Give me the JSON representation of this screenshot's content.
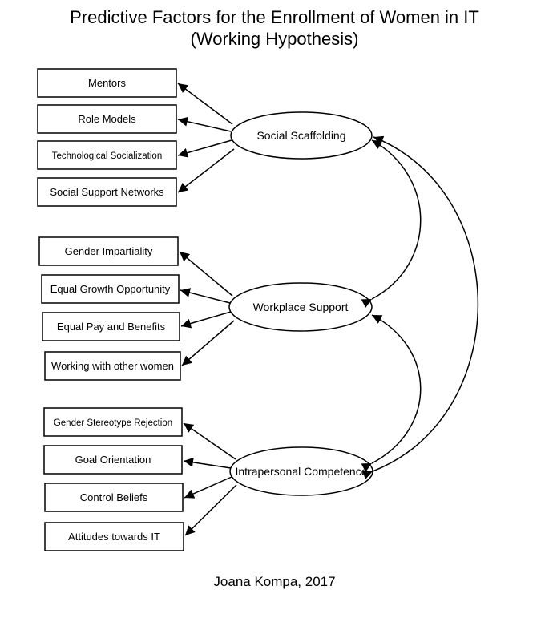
{
  "title_line1": "Predictive Factors for the Enrollment of Women in IT",
  "title_line2": "(Working Hypothesis)",
  "caption": "Joana Kompa, 2017",
  "factors": [
    {
      "name": "Social Scaffolding",
      "indicators": [
        "Mentors",
        "Role Models",
        "Technological Socialization",
        "Social Support Networks"
      ]
    },
    {
      "name": "Workplace Support",
      "indicators": [
        "Gender Impartiality",
        "Equal Growth Opportunity",
        "Equal Pay and Benefits",
        "Working with other women"
      ]
    },
    {
      "name": "Intrapersonal Competence",
      "indicators": [
        "Gender Stereotype Rejection",
        "Goal Orientation",
        "Control Beliefs",
        "Attitudes towards IT"
      ]
    }
  ],
  "correlations": [
    {
      "from": "Social Scaffolding",
      "to": "Workplace Support"
    },
    {
      "from": "Workplace Support",
      "to": "Intrapersonal Competence"
    },
    {
      "from": "Social Scaffolding",
      "to": "Intrapersonal Competence"
    }
  ]
}
